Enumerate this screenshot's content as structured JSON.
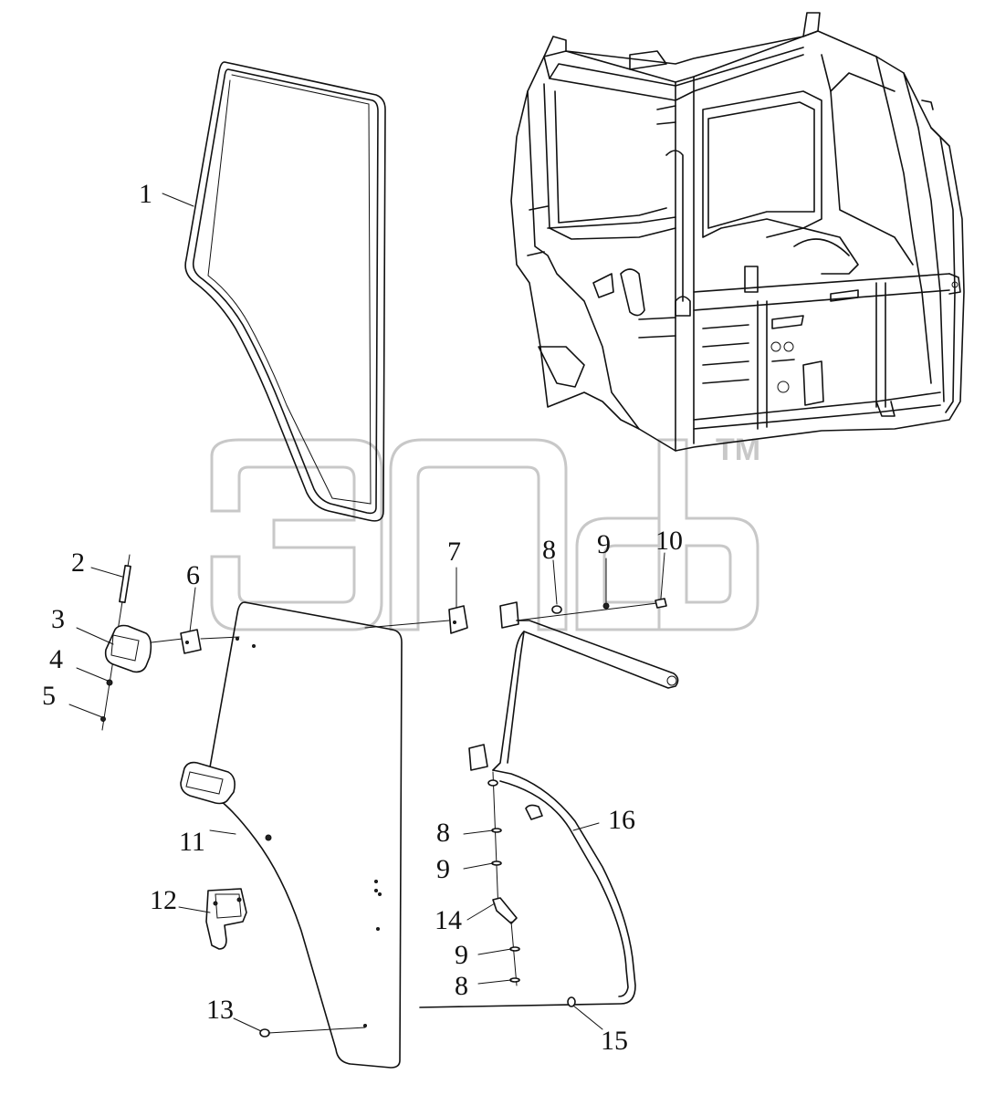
{
  "diagram": {
    "callouts": [
      {
        "id": "c1",
        "text": "1"
      },
      {
        "id": "c2",
        "text": "2"
      },
      {
        "id": "c3",
        "text": "3"
      },
      {
        "id": "c4",
        "text": "4"
      },
      {
        "id": "c5",
        "text": "5"
      },
      {
        "id": "c6",
        "text": "6"
      },
      {
        "id": "c7",
        "text": "7"
      },
      {
        "id": "c8a",
        "text": "8"
      },
      {
        "id": "c9a",
        "text": "9"
      },
      {
        "id": "c10",
        "text": "10"
      },
      {
        "id": "c11",
        "text": "11"
      },
      {
        "id": "c12",
        "text": "12"
      },
      {
        "id": "c8b",
        "text": "8"
      },
      {
        "id": "c9b",
        "text": "9"
      },
      {
        "id": "c14",
        "text": "14"
      },
      {
        "id": "c9c",
        "text": "9"
      },
      {
        "id": "c8c",
        "text": "8"
      },
      {
        "id": "c13",
        "text": "13"
      },
      {
        "id": "c15",
        "text": "15"
      },
      {
        "id": "c16",
        "text": "16"
      }
    ],
    "watermark": {
      "trademark": "TM"
    },
    "colors": {
      "line": "#111111",
      "watermark": "#c8c8c8",
      "background": "#ffffff"
    }
  }
}
